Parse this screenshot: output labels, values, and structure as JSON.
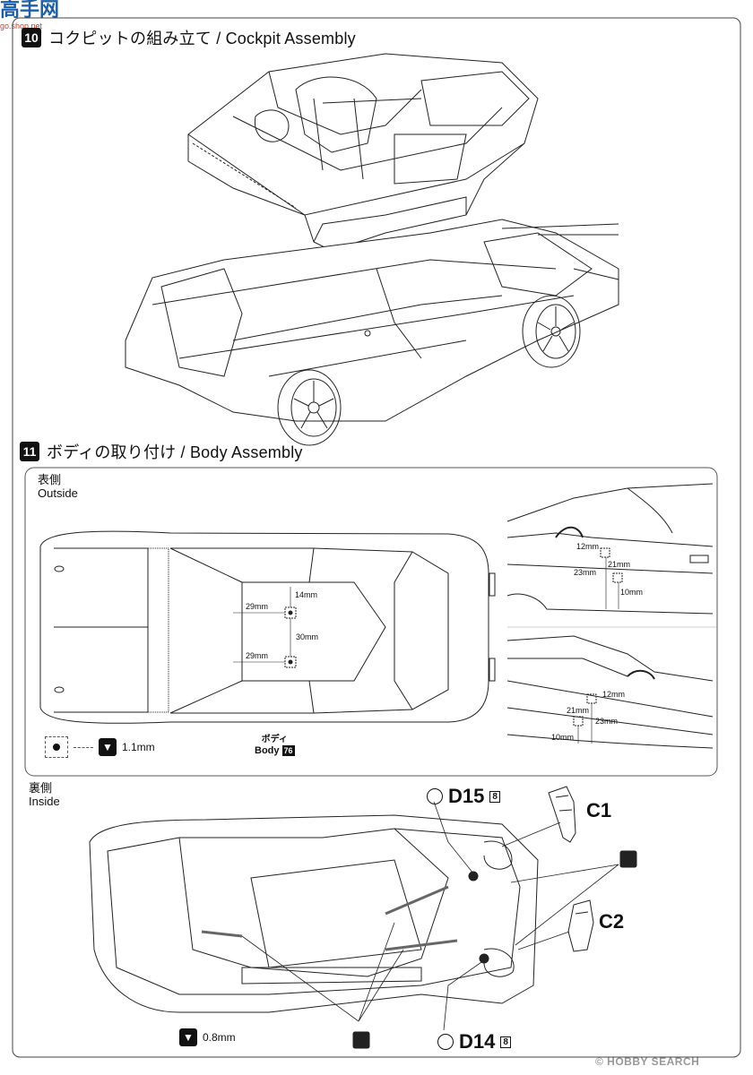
{
  "watermark_top": {
    "text": "高手网",
    "sub": "go.shop.net"
  },
  "step10": {
    "number": "10",
    "title": "コクピットの組み立て / Cockpit Assembly"
  },
  "step11": {
    "number": "11",
    "title": "ボディの取り付け / Body Assembly"
  },
  "outside": {
    "jp": "表側",
    "en": "Outside"
  },
  "inside": {
    "jp": "裏側",
    "en": "Inside"
  },
  "top_dims": {
    "d14": "14mm",
    "d29a": "29mm",
    "d30": "30mm",
    "d29b": "29mm"
  },
  "side_dims_upper": {
    "d12": "12mm",
    "d21": "21mm",
    "d23": "23mm",
    "d10": "10mm"
  },
  "side_dims_lower": {
    "d12": "12mm",
    "d21": "21mm",
    "d23": "23mm",
    "d10": "10mm"
  },
  "drill_outside": {
    "size": "1.1mm"
  },
  "body_label": {
    "jp": "ボディ",
    "en": "Body",
    "part": "76"
  },
  "drill_inside": {
    "size": "0.8mm"
  },
  "parts": {
    "d15": "D15",
    "d15_count": "8",
    "c1": "C1",
    "c2": "C2",
    "d14": "D14",
    "d14_count": "8"
  },
  "watermark_bottom": "© HOBBY SEARCH"
}
